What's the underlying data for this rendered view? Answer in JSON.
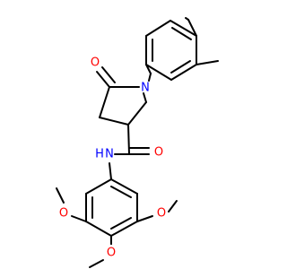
{
  "molecule": {
    "atoms": {
      "o_carbonyl_ring": "O",
      "n_ring": "N",
      "o_amide": "O",
      "n_amide_h": "H",
      "n_amide": "N",
      "o_methoxy_left": "O",
      "o_methoxy_right": "O",
      "o_methoxy_para": "O"
    }
  },
  "colors": {
    "oxygen": "#ff0000",
    "nitrogen": "#0000ff",
    "carbon": "#000000",
    "background": "#ffffff"
  }
}
